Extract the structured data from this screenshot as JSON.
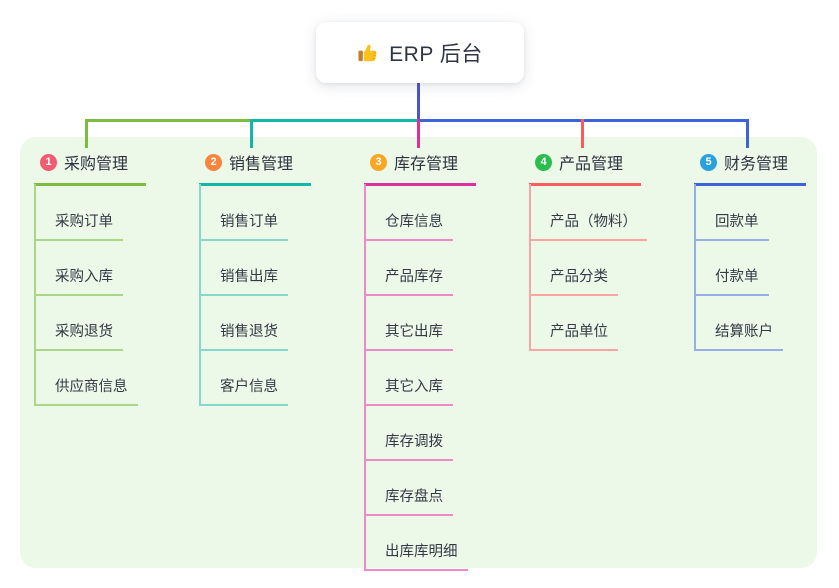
{
  "root": {
    "label": "ERP 后台",
    "icon": "thumbs-up"
  },
  "colors": {
    "panel_bg": "#ecf8e8",
    "card_bg": "#ffffff",
    "root_line": "#4b55c8",
    "topic_text": "#2e3340",
    "child_text": "#333a45"
  },
  "connectors": {
    "root_vertical": "#4b55c8",
    "left_outer_segment": "#7cbd41",
    "left_inner_segment": "#12b8a6",
    "right_segment": "#3e63d8",
    "drop_1": "#7cbd41",
    "drop_2": "#12b8a6",
    "drop_3": "#dd2f9e",
    "drop_4": "#f85c5c",
    "drop_5": "#3e63d8"
  },
  "branches": [
    {
      "badge": "1",
      "label": "采购管理",
      "badge_color": "#f25b72",
      "color": "#7cbd41",
      "child_color": "#a9d687",
      "children": [
        "采购订单",
        "采购入库",
        "采购退货",
        "供应商信息"
      ]
    },
    {
      "badge": "2",
      "label": "销售管理",
      "badge_color": "#f8843d",
      "color": "#12b8a6",
      "child_color": "#84d9cb",
      "children": [
        "销售订单",
        "销售出库",
        "销售退货",
        "客户信息"
      ]
    },
    {
      "badge": "3",
      "label": "库存管理",
      "badge_color": "#f7a723",
      "color": "#dd2f9e",
      "child_color": "#ee8ac7",
      "children": [
        "仓库信息",
        "产品库存",
        "其它出库",
        "其它入库",
        "库存调拨",
        "库存盘点",
        "出库库明细"
      ]
    },
    {
      "badge": "4",
      "label": "产品管理",
      "badge_color": "#2cbd4f",
      "color": "#f85c5c",
      "child_color": "#fba4a4",
      "children": [
        "产品（物料）",
        "产品分类",
        "产品单位"
      ]
    },
    {
      "badge": "5",
      "label": "财务管理",
      "badge_color": "#29a1dd",
      "color": "#3e63d8",
      "child_color": "#96afe9",
      "children": [
        "回款单",
        "付款单",
        "结算账户"
      ]
    }
  ]
}
